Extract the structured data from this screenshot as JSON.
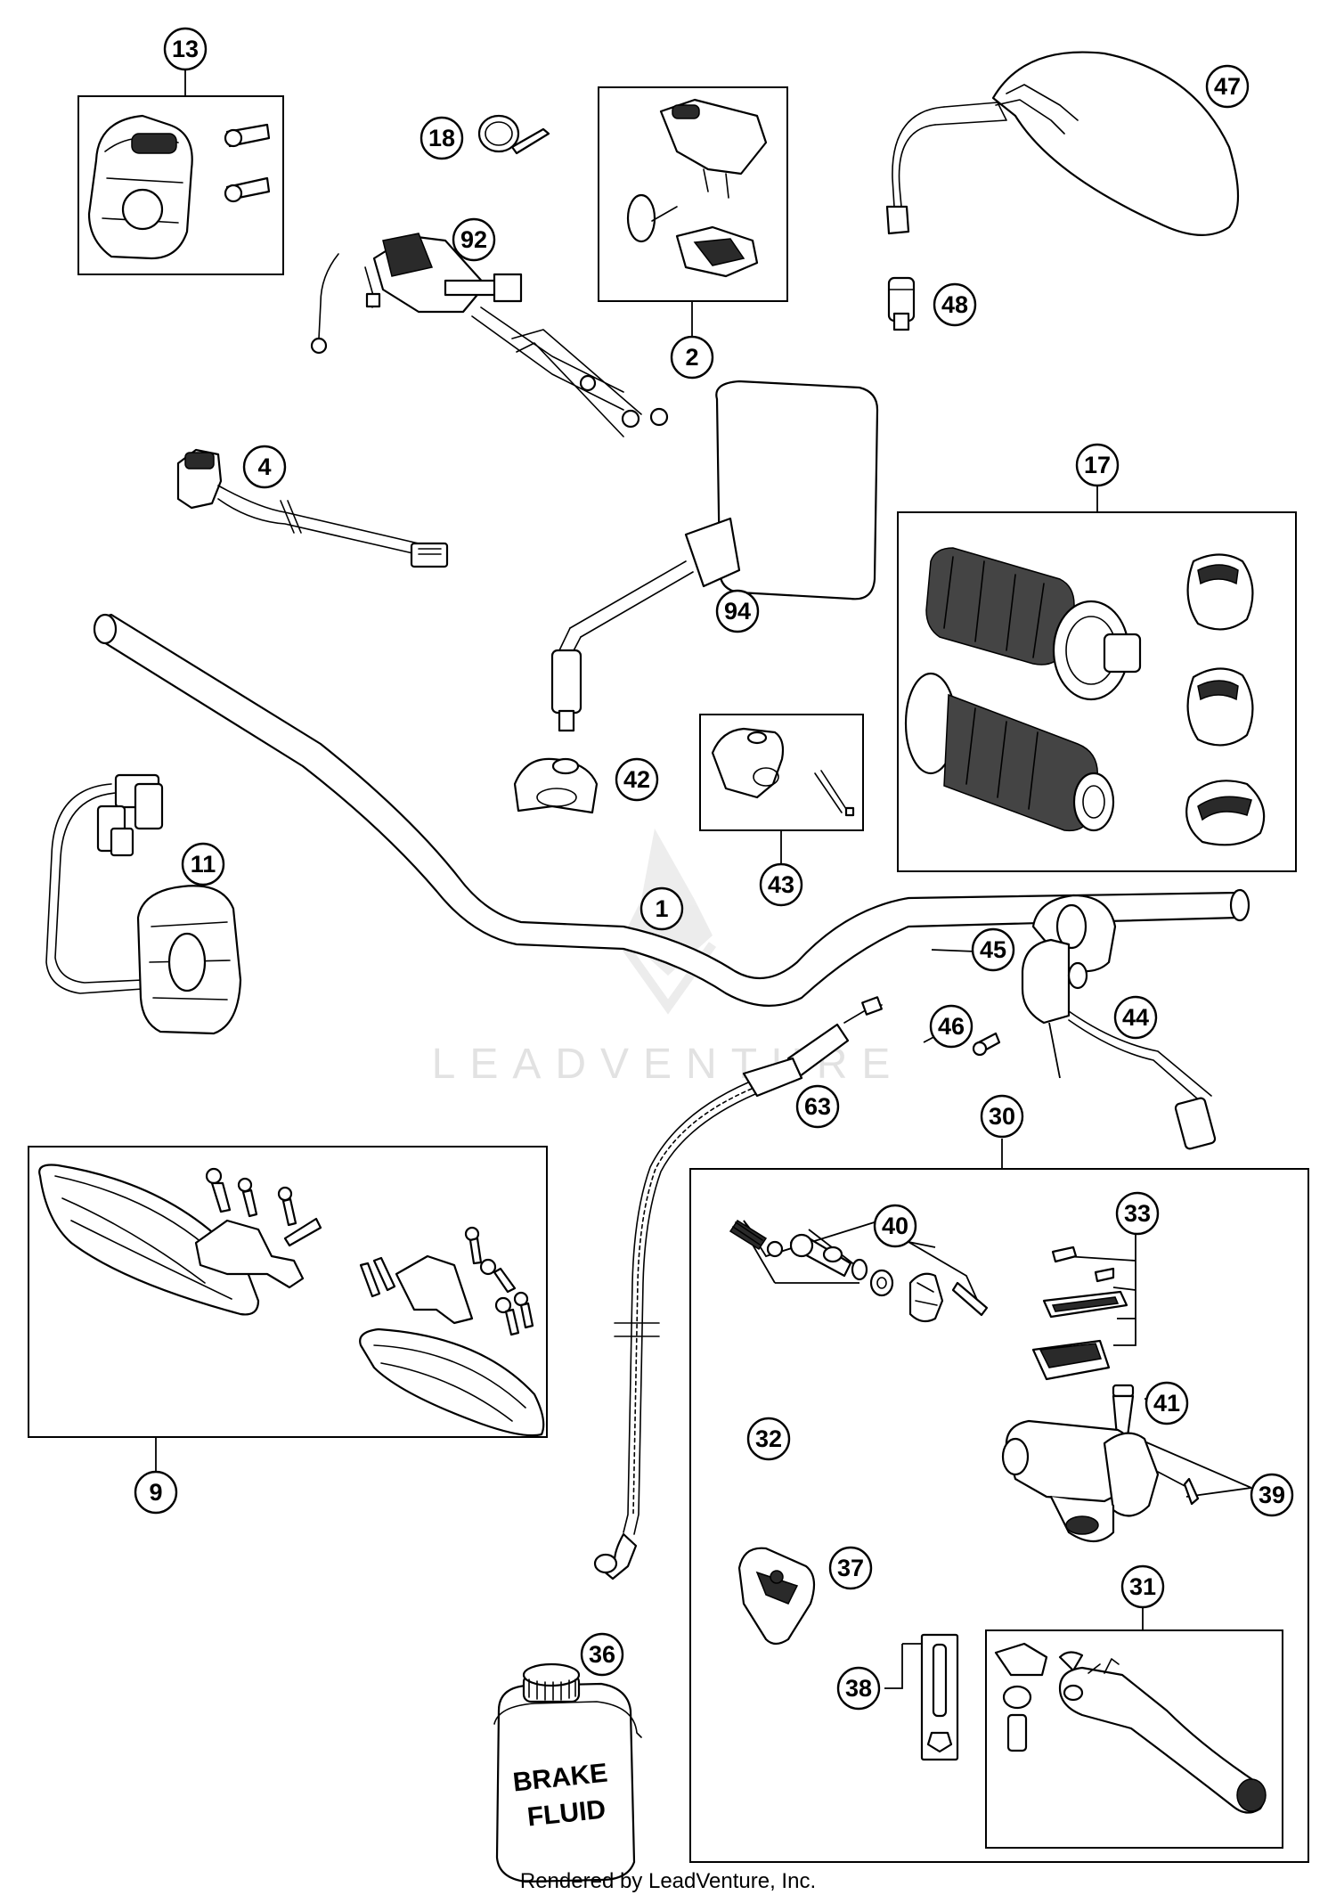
{
  "diagram": {
    "watermark": "LEADVENTURE",
    "footer": "Rendered by LeadVenture, Inc.",
    "brake_fluid_label_line1": "BRAKE",
    "brake_fluid_label_line2": "FLUID",
    "callouts": [
      {
        "id": "c1",
        "label": "1"
      },
      {
        "id": "c2",
        "label": "2"
      },
      {
        "id": "c4",
        "label": "4"
      },
      {
        "id": "c9",
        "label": "9"
      },
      {
        "id": "c11",
        "label": "11"
      },
      {
        "id": "c13",
        "label": "13"
      },
      {
        "id": "c17",
        "label": "17"
      },
      {
        "id": "c18",
        "label": "18"
      },
      {
        "id": "c30",
        "label": "30"
      },
      {
        "id": "c31",
        "label": "31"
      },
      {
        "id": "c32",
        "label": "32"
      },
      {
        "id": "c33",
        "label": "33"
      },
      {
        "id": "c36",
        "label": "36"
      },
      {
        "id": "c37",
        "label": "37"
      },
      {
        "id": "c38",
        "label": "38"
      },
      {
        "id": "c39",
        "label": "39"
      },
      {
        "id": "c40",
        "label": "40"
      },
      {
        "id": "c41",
        "label": "41"
      },
      {
        "id": "c42",
        "label": "42"
      },
      {
        "id": "c43",
        "label": "43"
      },
      {
        "id": "c44",
        "label": "44"
      },
      {
        "id": "c45",
        "label": "45"
      },
      {
        "id": "c46",
        "label": "46"
      },
      {
        "id": "c47",
        "label": "47"
      },
      {
        "id": "c48",
        "label": "48"
      },
      {
        "id": "c63",
        "label": "63"
      },
      {
        "id": "c92",
        "label": "92"
      },
      {
        "id": "c94",
        "label": "94"
      }
    ]
  }
}
